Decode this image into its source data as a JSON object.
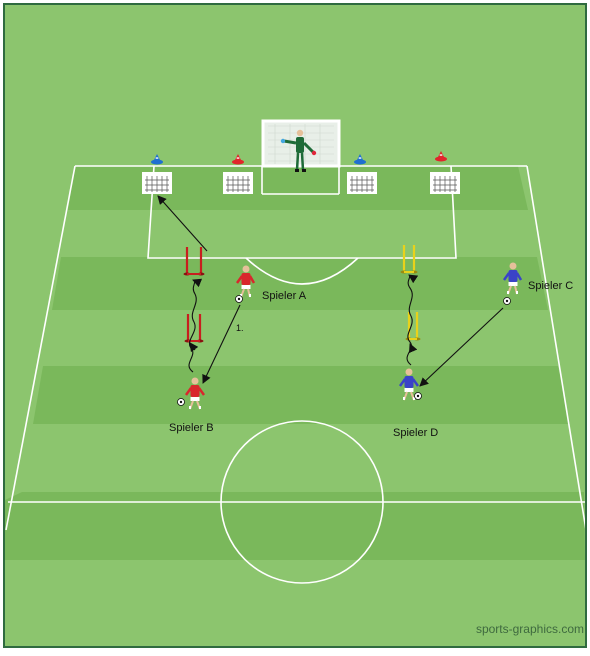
{
  "labels": {
    "player_a": "Spieler A",
    "player_b": "Spieler B",
    "player_c": "Spieler C",
    "player_d": "Spieler D",
    "step_one": "1."
  },
  "watermark": "sports-graphics.com",
  "colors": {
    "grass_light": "#8cc56e",
    "grass_dark": "#7ab85b",
    "frame": "#2f6b3f",
    "lines": "#ffffff",
    "team_red": "#d9262c",
    "team_blue": "#3a43c8",
    "goalkeeper": "#1e6b38",
    "pole_red": "#c81e1e",
    "pole_yellow": "#e8d21b",
    "cone_blue": "#1f6fd1",
    "cone_red": "#e0262b",
    "arrow": "#111111"
  },
  "icons": [
    "player-icon",
    "goalkeeper-icon",
    "ball-icon",
    "cone-icon",
    "mini-goal-icon",
    "pole-icon",
    "arrow-icon"
  ]
}
